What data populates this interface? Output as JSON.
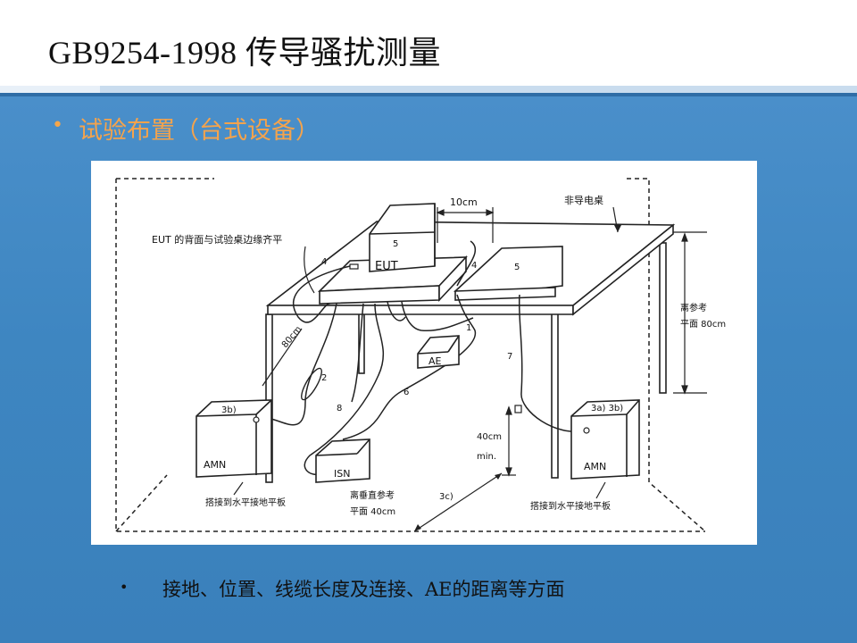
{
  "slide": {
    "title": "GB9254-1998  传导骚扰测量",
    "subtitle_bullet": "•",
    "subtitle": "试验布置（台式设备）",
    "bottom_bullet": "•",
    "bottom_text": "接地、位置、线缆长度及连接、AE的距离等方面"
  },
  "figure": {
    "labels": {
      "dim_10cm": "10cm",
      "nonconductive_table": "非导电桌",
      "eut_rear_note": "EUT 的背面与试验桌边缘齐平",
      "eut": "EUT",
      "n1": "1",
      "n2": "2",
      "n4a": "4",
      "n4b": "4",
      "n5a": "5",
      "n5b": "5",
      "n6": "6",
      "n7": "7",
      "n8": "8",
      "ae": "AE",
      "dim_80cm_diag": "80cm",
      "ref_plane_line1": "离参考",
      "ref_plane_line2": "平面 80cm",
      "amn_left_tag": "3b)",
      "amn_left": "AMN",
      "amn_right_tag": "3a) 3b)",
      "amn_right": "AMN",
      "isn": "ISN",
      "min_40cm_line1": "40cm",
      "min_40cm_line2": "min.",
      "vertical_ref_line1": "离垂直参考",
      "vertical_ref_line2": "平面 40cm",
      "n3c": "3c)",
      "bond_left": "搭接到水平接地平板",
      "bond_right": "搭接到水平接地平板"
    }
  }
}
